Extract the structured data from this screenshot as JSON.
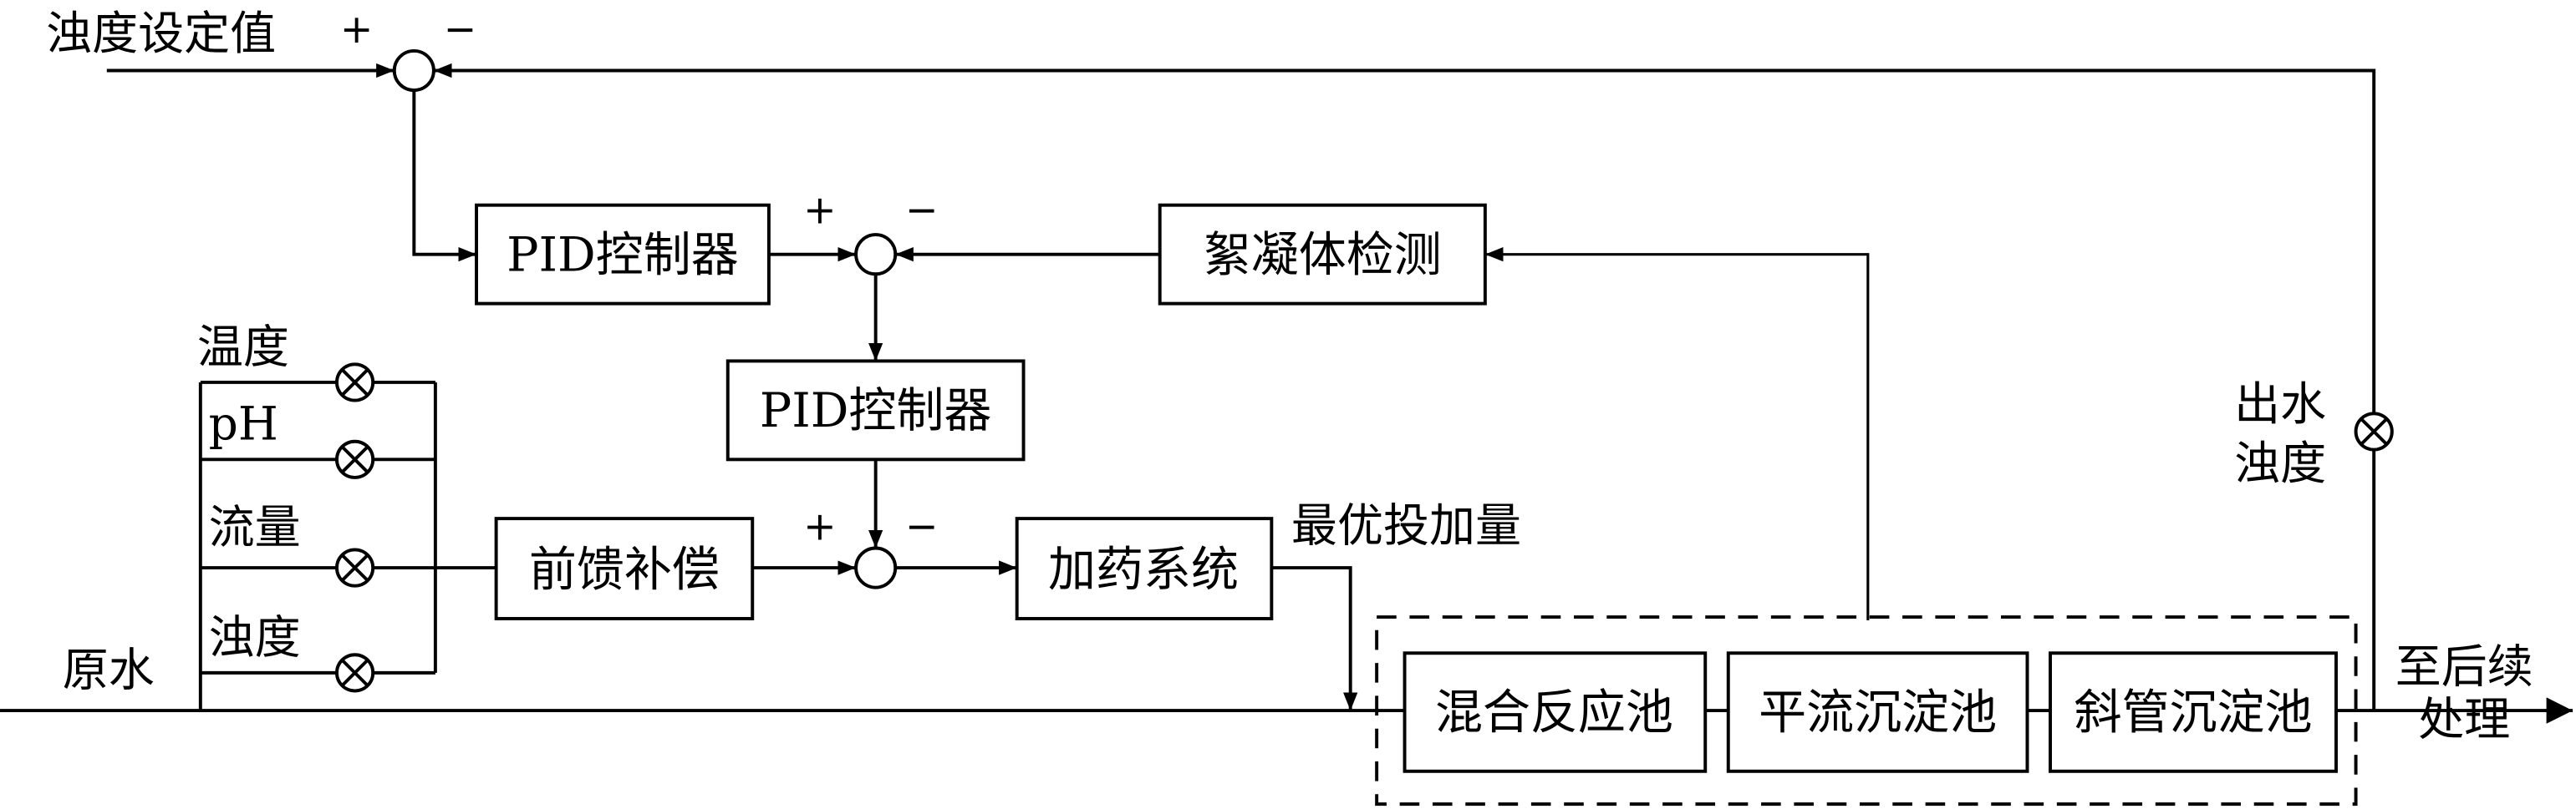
{
  "diagram": {
    "setpoint_label": "浊度设定值",
    "raw_water_label": "原水",
    "outflow_label_line1": "至后续",
    "outflow_label_line2": "处理",
    "effluent_label_line1": "出水",
    "effluent_label_line2": "浊度",
    "optimal_dose_label": "最优投加量",
    "plus": "+",
    "minus": "−",
    "blocks": {
      "pid_outer": "PID控制器",
      "pid_inner": "PID控制器",
      "floc_detect": "絮凝体检测",
      "feedforward": "前馈补偿",
      "dosing": "加药系统",
      "mixing_tank": "混合反应池",
      "horizontal_tank": "平流沉淀池",
      "inclined_tank": "斜管沉淀池"
    },
    "sensors": [
      "温度",
      "pH",
      "流量",
      "浊度"
    ]
  }
}
